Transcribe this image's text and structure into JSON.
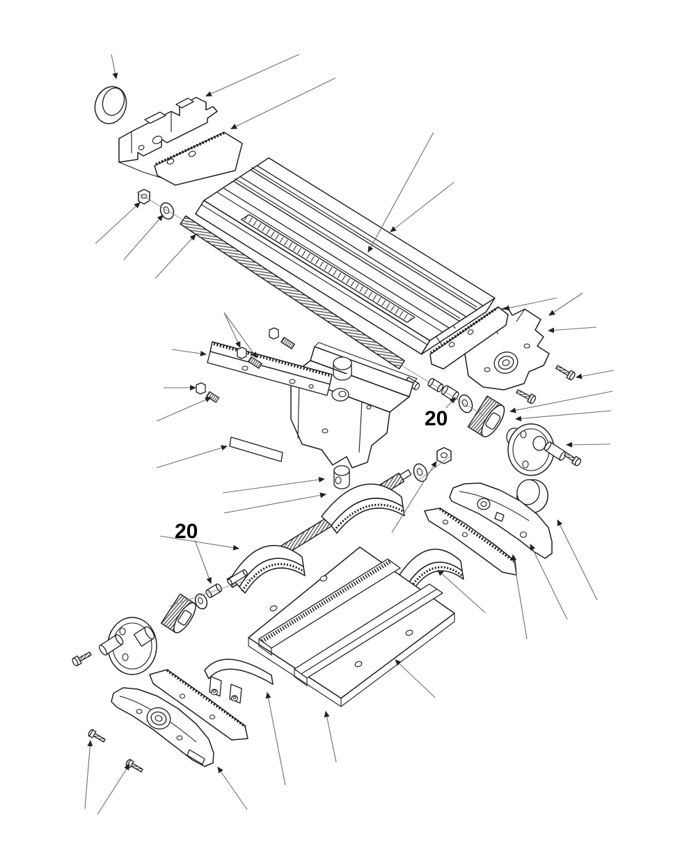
{
  "diagram": {
    "kind": "exploded-parts-diagram",
    "callouts": {
      "callout_upper": "20",
      "callout_lower": "20"
    }
  },
  "colors": {
    "background": "#ffffff",
    "line": "#1c1c1c",
    "leader": "#6e6e6e",
    "accent": "#000000"
  }
}
